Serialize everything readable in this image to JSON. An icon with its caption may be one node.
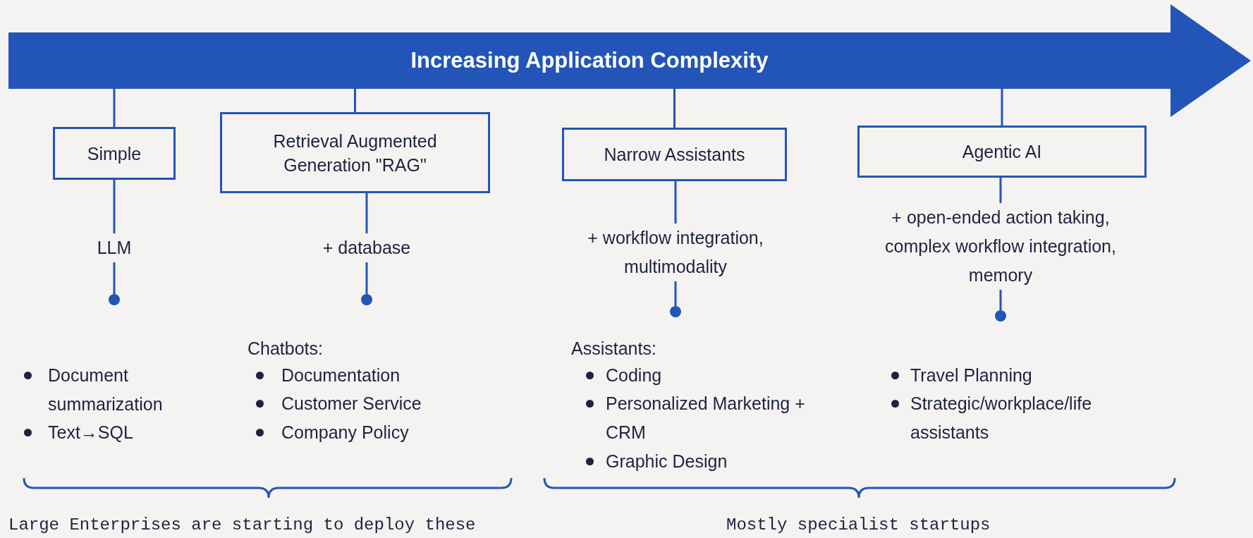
{
  "diagram": {
    "nodes": [
      {
        "text": [
          "Increasing Application Complexity"
        ]
      },
      {
        "text": [
          "Simple"
        ]
      },
      {
        "text": [
          "Retrieval Augmented Generation \"RAG\""
        ]
      },
      {
        "text": [
          "Narrow Assistants"
        ]
      },
      {
        "text": [
          "Agentic AI"
        ]
      },
      {
        "text": [
          "LLM"
        ]
      },
      {
        "text": [
          "+ database"
        ]
      },
      {
        "text": [
          "+ workflow integration, multimodality"
        ]
      },
      {
        "text": [
          "+ open-ended action taking, complex workflow integration, memory"
        ]
      },
      {
        "text": [],
        "shape": "circle"
      },
      {
        "text": [],
        "shape": "circle"
      },
      {
        "text": [],
        "shape": "circle"
      },
      {
        "text": [],
        "shape": "circle"
      }
    ],
    "edges": [
      {
        "from": 0,
        "to": 1,
        "arrow": "none"
      },
      {
        "from": 0,
        "to": 2,
        "arrow": "none"
      },
      {
        "from": 0,
        "to": 3,
        "arrow": "none"
      },
      {
        "from": 0,
        "to": 4,
        "arrow": "none"
      },
      {
        "from": 1,
        "to": 5,
        "arrow": "none"
      },
      {
        "from": 2,
        "to": 6,
        "arrow": "none"
      },
      {
        "from": 3,
        "to": 7,
        "arrow": "none"
      },
      {
        "from": 4,
        "to": 8,
        "arrow": "none"
      },
      {
        "from": 5,
        "to": 9,
        "arrow": "none"
      },
      {
        "from": 6,
        "to": 10,
        "arrow": "none"
      },
      {
        "from": 7,
        "to": 11,
        "arrow": "none"
      },
      {
        "from": 8,
        "to": 12,
        "arrow": "none"
      }
    ],
    "labels": [
      "Document summarization",
      "Text→SQL",
      "Chatbots:",
      "Documentation",
      "Customer Service",
      "Company Policy",
      "Assistants:",
      "Coding",
      "Personalized Marketing + CRM",
      "Graphic Design",
      "Travel Planning",
      "Strategic/workplace/life assistants",
      "Large Enterprises are starting to deploy these",
      "Mostly specialist startups"
    ]
  }
}
